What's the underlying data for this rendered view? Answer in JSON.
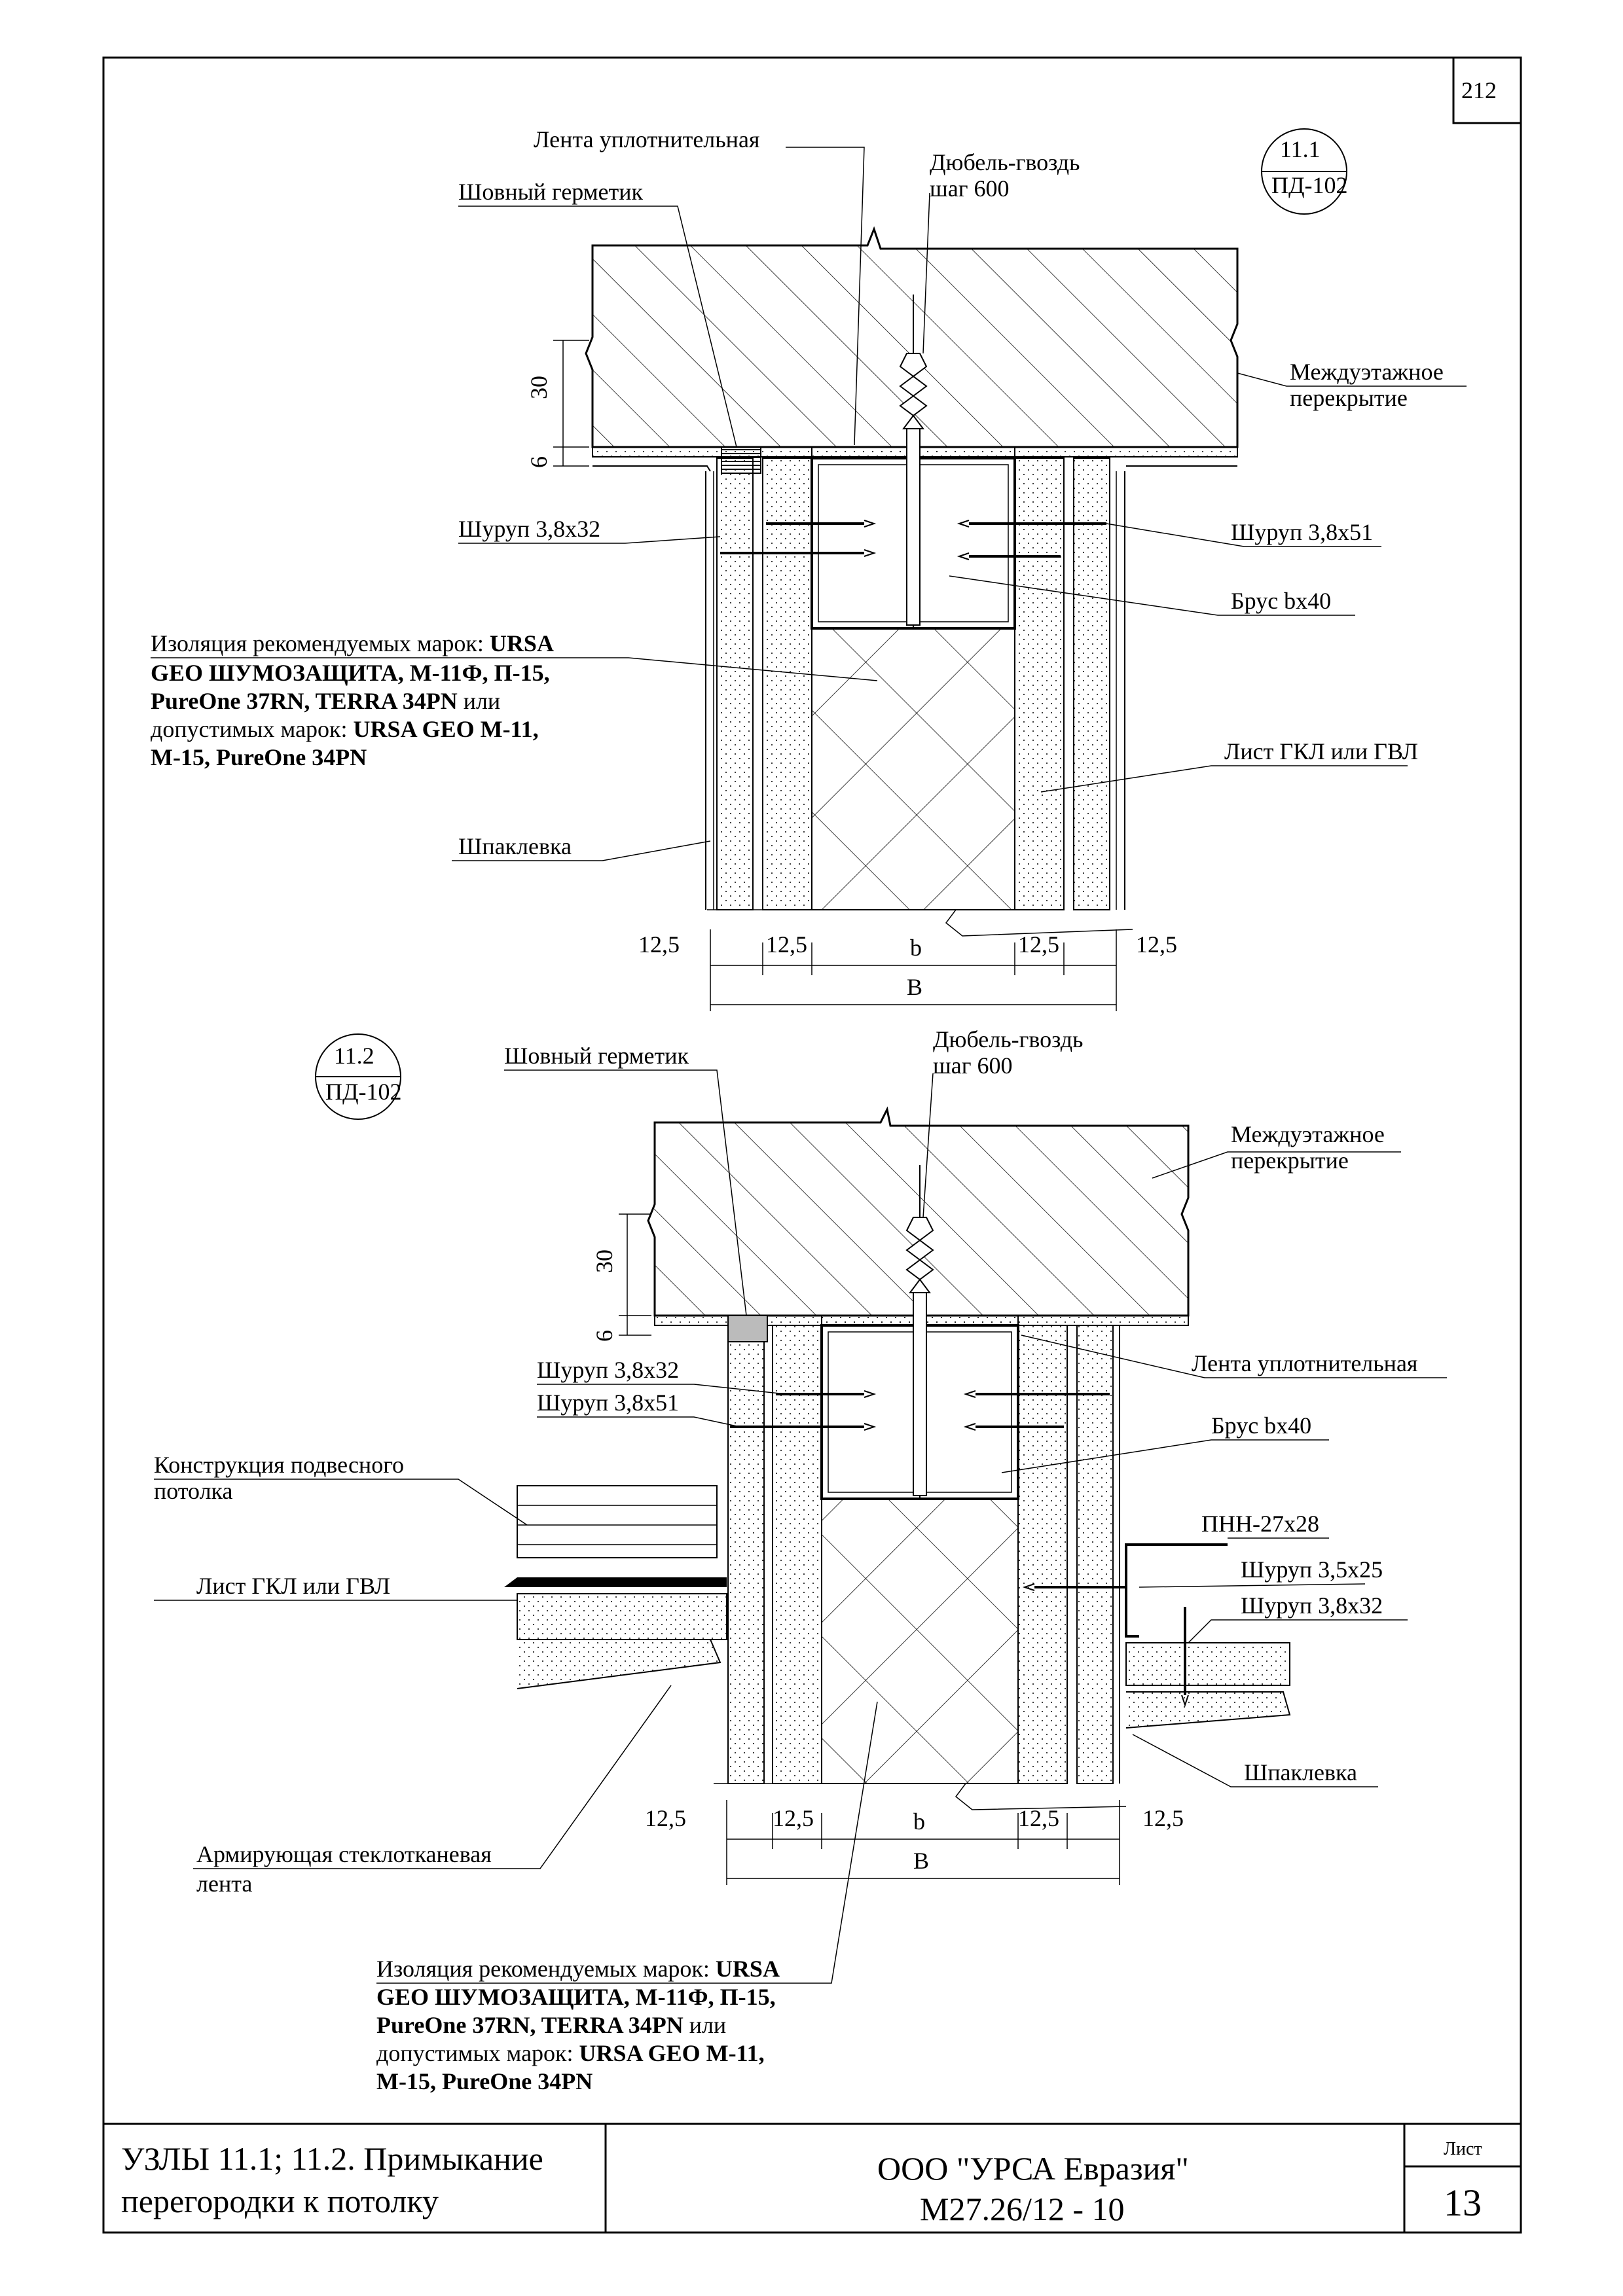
{
  "page_number": "212",
  "detail_1": {
    "marker_num": "11.1",
    "marker_ref": "ПД-102",
    "labels": {
      "sealing_tape": "Лента уплотнительная",
      "joint_sealant": "Шовный герметик",
      "dowel_nail_1": "Дюбель-гвоздь",
      "dowel_nail_2": "шаг 600",
      "slab_1": "Междуэтажное",
      "slab_2": "перекрытие",
      "screw_left": "Шуруп 3,8х32",
      "screw_right": "Шуруп 3,8х51",
      "beam": "Брус bх40",
      "insul_1a": "Изоляция рекомендуемых марок: ",
      "insul_1b": "URSA",
      "insul_2": "GEO ШУМОЗАЩИТА, М-11Ф, П-15,",
      "insul_3a": "PureOne 37RN, TERRA 34PN",
      "insul_3b": " или",
      "insul_4a": "допустимых марок: ",
      "insul_4b": "URSA GEO М-11,",
      "insul_5": "М-15, PureOne 34PN",
      "board": "Лист ГКЛ или ГВЛ",
      "putty": "Шпаклевка"
    },
    "dims": {
      "d30": "30",
      "d6": "6",
      "w1": "12,5",
      "w2": "12,5",
      "wb": "b",
      "w3": "12,5",
      "w4": "12,5",
      "total": "В"
    }
  },
  "detail_2": {
    "marker_num": "11.2",
    "marker_ref": "ПД-102",
    "labels": {
      "joint_sealant": "Шовный герметик",
      "dowel_nail_1": "Дюбель-гвоздь",
      "dowel_nail_2": "шаг 600",
      "slab_1": "Междуэтажное",
      "slab_2": "перекрытие",
      "screw_a": "Шуруп 3,8х32",
      "screw_b": "Шуруп 3,8х51",
      "sealing_tape": "Лента уплотнительная",
      "beam": "Брус bх40",
      "suspended_1": "Конструкция подвесного",
      "suspended_2": "потолка",
      "profile": "ПНН-27х28",
      "board": "Лист ГКЛ или ГВЛ",
      "screw_c": "Шуруп 3,5х25",
      "screw_d": "Шуруп 3,8х32",
      "putty": "Шпаклевка",
      "tape_1": "Армирующая стеклотканевая",
      "tape_2": "лента",
      "insul_1a": "Изоляция рекомендуемых марок: ",
      "insul_1b": "URSA",
      "insul_2": "GEO ШУМОЗАЩИТА, М-11Ф, П-15,",
      "insul_3a": "PureOne 37RN, TERRA 34PN",
      "insul_3b": " или",
      "insul_4a": "допустимых марок: ",
      "insul_4b": "URSA GEO М-11,",
      "insul_5": "М-15, PureOne 34PN"
    },
    "dims": {
      "d30": "30",
      "d6": "6",
      "w1": "12,5",
      "w2": "12,5",
      "wb": "b",
      "w3": "12,5",
      "w4": "12,5",
      "total": "В"
    }
  },
  "title_block": {
    "title_1": "УЗЛЫ 11.1; 11.2. Примыкание",
    "title_2": "перегородки к потолку",
    "company": "ООО \"УРСА Евразия\"",
    "code": "М27.26/12 - 10",
    "sheet_label": "Лист",
    "sheet_number": "13"
  }
}
